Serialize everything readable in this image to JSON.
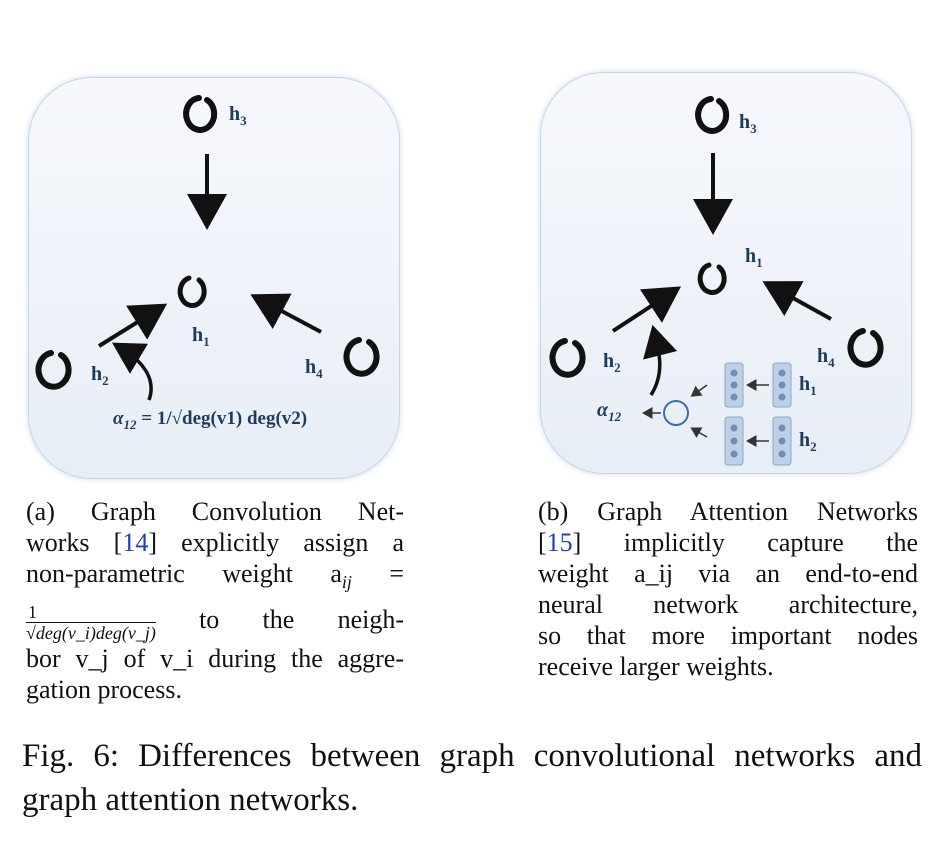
{
  "panel_a": {
    "node_labels": {
      "h1": "h",
      "h1_sub": "1",
      "h2": "h",
      "h2_sub": "2",
      "h3": "h",
      "h3_sub": "3",
      "h4": "h",
      "h4_sub": "4"
    },
    "alpha_label": "α",
    "alpha_sub": "12",
    "formula_rhs": "= 1/√deg(v1) deg(v2)"
  },
  "panel_b": {
    "node_labels": {
      "h1": "h",
      "h1_sub": "1",
      "h2": "h",
      "h2_sub": "2",
      "h3": "h",
      "h3_sub": "3",
      "h4": "h",
      "h4_sub": "4"
    },
    "alpha_label": "α",
    "alpha_sub": "12",
    "vec_label_1": "h",
    "vec_label_1_sub": "1",
    "vec_label_2": "h",
    "vec_label_2_sub": "2"
  },
  "caption_a": {
    "line1": "(a) Graph Convolution Net-",
    "line2_pre": "works [",
    "line2_cite": "14",
    "line2_post": "] explicitly assign a",
    "line3": "non-parametric weight a",
    "line3_sub": "ij",
    "line3_eq": " =",
    "frac_num": "1",
    "frac_den": "√deg(v_i)deg(v_j)",
    "line4_post": " to the neigh-",
    "line5": "bor v_j of v_i during the aggre-",
    "line6": "gation process."
  },
  "caption_b": {
    "line1": "(b) Graph Attention Networks",
    "line2_cite": "15",
    "line2_post": "] implicitly capture the",
    "line3": "weight a_ij via an end-to-end",
    "line4": "neural network architecture,",
    "line5": "so that more important nodes",
    "line6": "receive larger weights."
  },
  "figure_caption": "Fig. 6: Differences between graph convolutional networks and graph attention networks."
}
